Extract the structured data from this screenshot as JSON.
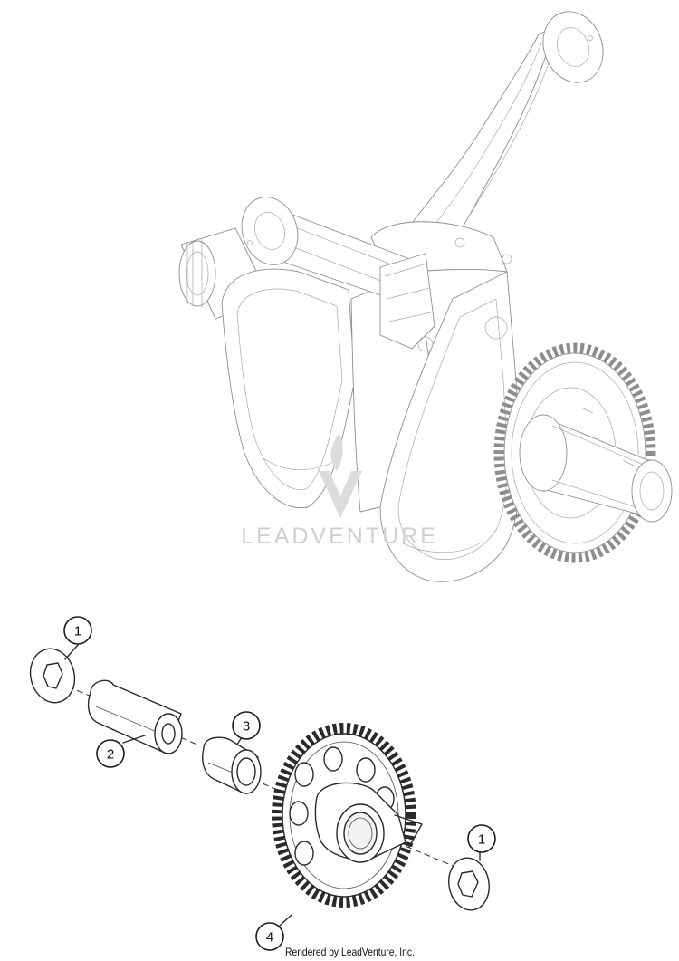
{
  "diagram": {
    "watermark": {
      "text": "LEADVENTURE"
    },
    "callouts": [
      {
        "id": "callout-1-top",
        "label": "1"
      },
      {
        "id": "callout-2",
        "label": "2"
      },
      {
        "id": "callout-3",
        "label": "3"
      },
      {
        "id": "callout-1-bottom",
        "label": "1"
      },
      {
        "id": "callout-4",
        "label": "4"
      }
    ],
    "footer": {
      "text": "Rendered by LeadVenture, Inc."
    }
  }
}
